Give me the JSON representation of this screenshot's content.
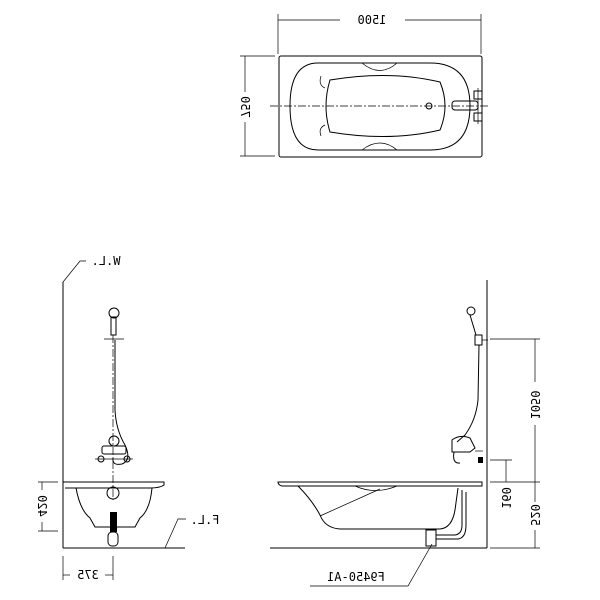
{
  "drawing": {
    "top_view": {
      "length_dim": "1500",
      "width_dim": "750"
    },
    "side_view_left": {
      "wall_level": "W.L.",
      "floor_level": "F.L.",
      "height_dim": "420",
      "offset_dim": "375"
    },
    "side_view_front": {
      "shower_height_dim": "1050",
      "tub_height_dim": "520",
      "mixer_height_dim": "160",
      "part_number": "F9450-A1"
    }
  }
}
